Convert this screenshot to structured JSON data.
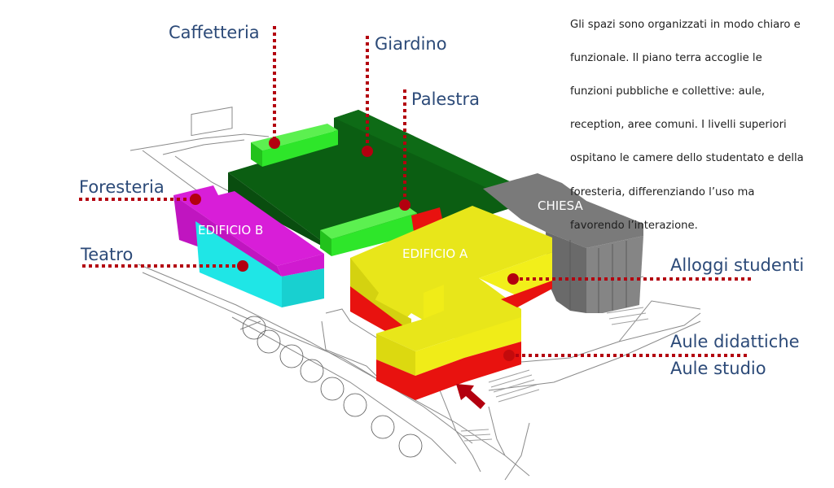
{
  "description": {
    "lines": [
      "Gli spazi sono organizzati in modo chiaro e",
      "funzionale. Il piano terra accoglie le",
      "funzioni pubbliche e collettive: aule,",
      "reception, aree comuni. I livelli superiori",
      "ospitano le camere dello studentato e della",
      "foresteria, differenziando l’uso ma",
      "favorendo l’interazione."
    ]
  },
  "labels": {
    "caffetteria": "Caffetteria",
    "giardino": "Giardino",
    "palestra": "Palestra",
    "foresteria": "Foresteria",
    "teatro": "Teatro",
    "alloggi_studenti": "Alloggi studenti",
    "aule_didattiche": "Aule didattiche",
    "aule_studio": "Aule studio"
  },
  "buildings": {
    "edificio_a": "EDIFICIO A",
    "edificio_b": "EDIFICIO B",
    "chiesa": "CHIESA"
  },
  "colors": {
    "leader": "#b3000f",
    "label_text": "#2c4a78",
    "dark_green": "#0b5e12",
    "light_green": "#2ee62a",
    "magenta": "#d81ed8",
    "cyan": "#1fe6e6",
    "yellow": "#e8e61a",
    "red": "#e8120f",
    "gray": "#7a7a7a"
  },
  "icons": {
    "entrance": "entrance-arrow-icon",
    "trees": "tree-icon"
  }
}
